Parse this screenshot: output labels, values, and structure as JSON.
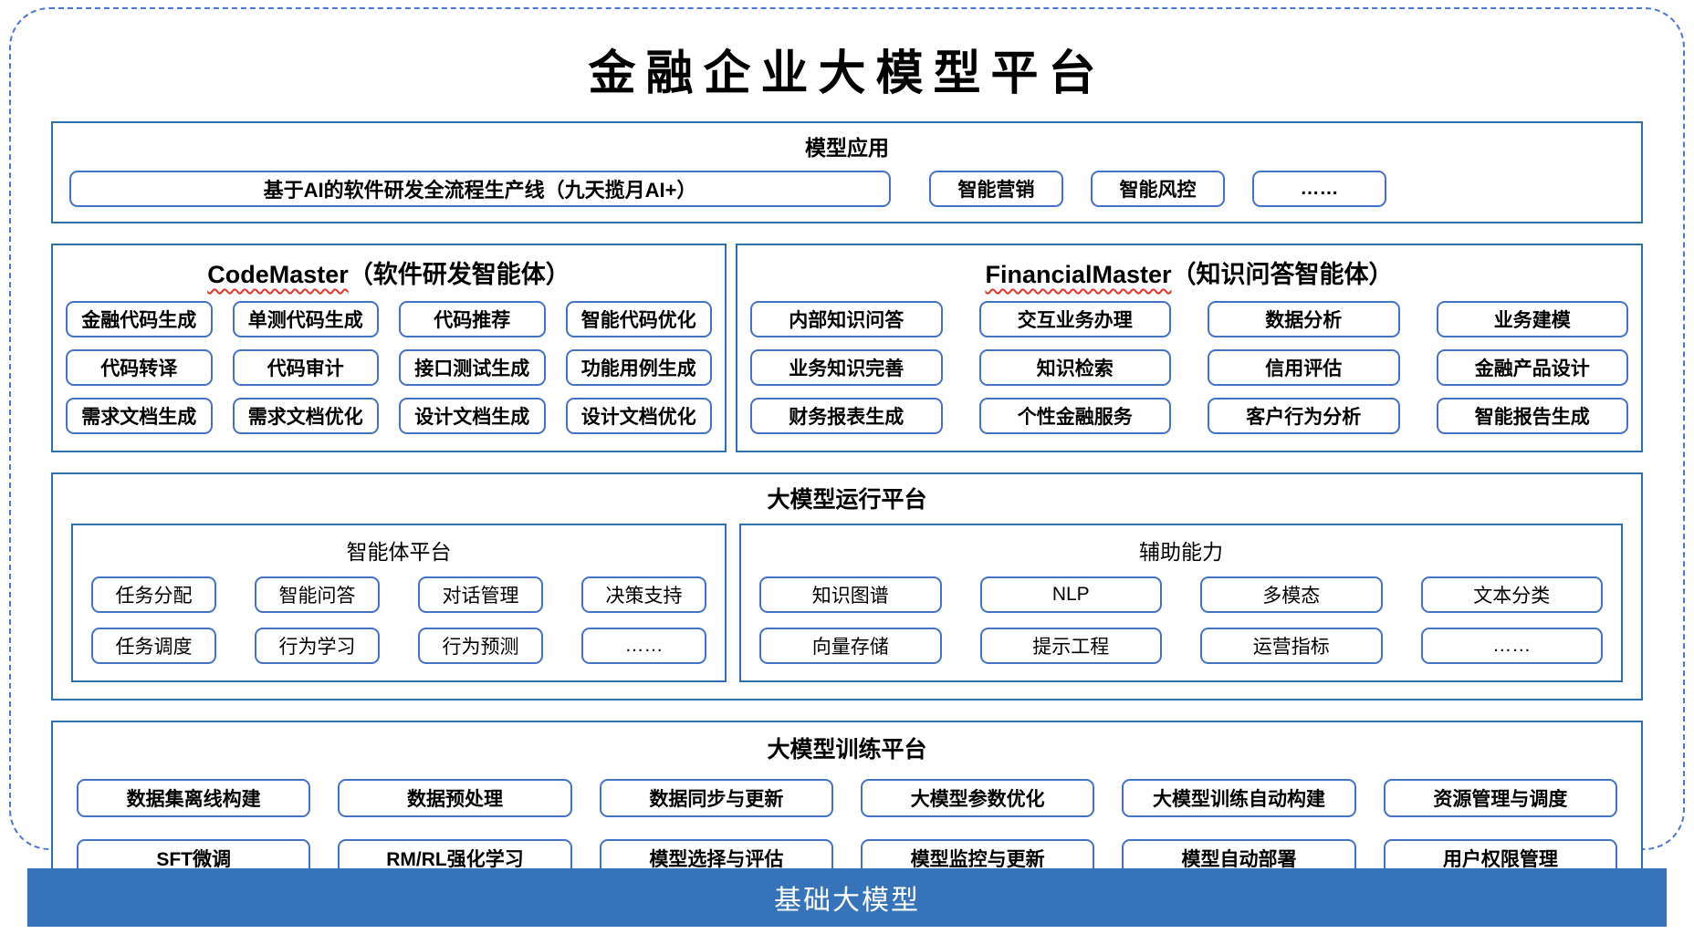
{
  "page_title": "金融企业大模型平台",
  "colors": {
    "chip_border": "#4472C4",
    "section_border": "#2E6FAE",
    "frame_dashed": "#4A76D4",
    "base_bar_bg": "#3773B9",
    "squiggle_red": "#E0362C"
  },
  "model_app": {
    "title": "模型应用",
    "pipeline": "基于AI的软件研发全流程生产线（九天揽月AI+）",
    "items": [
      "智能营销",
      "智能风控",
      "……"
    ]
  },
  "code_master": {
    "title_en": "CodeMaster",
    "title_suffix": "（软件研发智能体）",
    "items": [
      "金融代码生成",
      "单测代码生成",
      "代码推荐",
      "智能代码优化",
      "代码转译",
      "代码审计",
      "接口测试生成",
      "功能用例生成",
      "需求文档生成",
      "需求文档优化",
      "设计文档生成",
      "设计文档优化"
    ]
  },
  "financial_master": {
    "title_en": "FinancialMaster",
    "title_suffix": "（知识问答智能体）",
    "items": [
      "内部知识问答",
      "交互业务办理",
      "数据分析",
      "业务建模",
      "业务知识完善",
      "知识检索",
      "信用评估",
      "金融产品设计",
      "财务报表生成",
      "个性金融服务",
      "客户行为分析",
      "智能报告生成"
    ]
  },
  "runtime_platform": {
    "title": "大模型运行平台",
    "agent_platform": {
      "title": "智能体平台",
      "items": [
        "任务分配",
        "智能问答",
        "对话管理",
        "决策支持",
        "任务调度",
        "行为学习",
        "行为预测",
        "……"
      ]
    },
    "auxiliary": {
      "title": "辅助能力",
      "items": [
        "知识图谱",
        "NLP",
        "多模态",
        "文本分类",
        "向量存储",
        "提示工程",
        "运营指标",
        "……"
      ]
    }
  },
  "training_platform": {
    "title": "大模型训练平台",
    "items": [
      "数据集离线构建",
      "数据预处理",
      "数据同步与更新",
      "大模型参数优化",
      "大模型训练自动构建",
      "资源管理与调度",
      "SFT微调",
      "RM/RL强化学习",
      "模型选择与评估",
      "模型监控与更新",
      "模型自动部署",
      "用户权限管理"
    ]
  },
  "base_model": {
    "label": "基础大模型"
  }
}
